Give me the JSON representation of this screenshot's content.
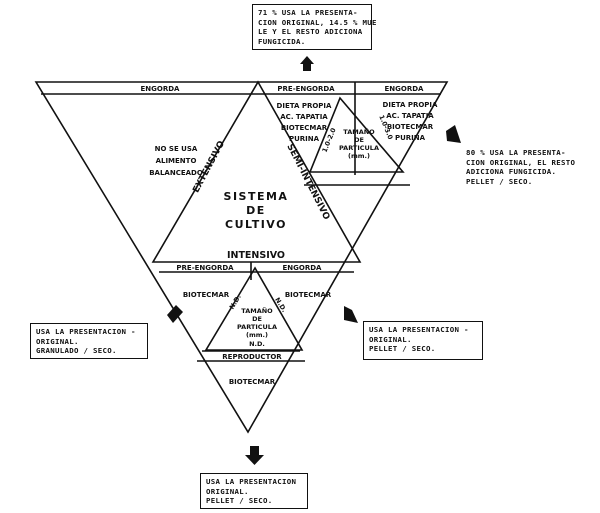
{
  "center": {
    "line1": "SISTEMA",
    "line2": "DE",
    "line3": "CULTIVO"
  },
  "extensivo": {
    "label": "EXTENSIVO",
    "header": "ENGORDA",
    "note": [
      "NO SE USA",
      "ALIMENTO",
      "BALANCEADO"
    ]
  },
  "semi_intensivo": {
    "label": "SEMI-INTENSIVO",
    "pre_engorda": {
      "header": "PRE-ENGORDA",
      "items": [
        "DIETA PROPIA",
        "AC. TAPATIA",
        "BIOTECMAR",
        "PURINA"
      ]
    },
    "engorda": {
      "header": "ENGORDA",
      "items": [
        "DIETA PROPIA",
        "AC. TAPATIA",
        "BIOTECMAR",
        "PURINA"
      ]
    },
    "particle": {
      "title": [
        "TAMAÑO",
        "DE",
        "PARTICULA",
        "(mm.)"
      ],
      "left": "1.0-2.0",
      "right": "1.0-3.0"
    }
  },
  "intensivo": {
    "label": "INTENSIVO",
    "pre_engorda": {
      "header": "PRE-ENGORDA",
      "item": "BIOTECMAR"
    },
    "engorda": {
      "header": "ENGORDA",
      "item": "BIOTECMAR"
    },
    "particle": {
      "title": [
        "TAMAÑO",
        "DE",
        "PARTICULA",
        "(mm.)"
      ],
      "left": "N.D.",
      "right": "N.D.",
      "bottom": "N.D."
    },
    "reproductor": {
      "header": "REPRODUCTOR",
      "item": "BIOTECMAR"
    }
  },
  "notes": {
    "top": [
      "71 % USA LA PRESENTA-",
      "CION ORIGINAL, 14.5 % MUE",
      "LE Y EL RESTO ADICIONA",
      "FUNGICIDA."
    ],
    "right": [
      "80 % USA LA PRESENTA-",
      "CION ORIGINAL, EL RESTO",
      "ADICIONA FUNGICIDA.",
      "PELLET / SECO."
    ],
    "left": [
      "USA LA PRESENTACION -",
      "ORIGINAL.",
      "GRANULADO / SECO."
    ],
    "lower_right": [
      "USA LA PRESENTACION -",
      "ORIGINAL.",
      "PELLET / SECO."
    ],
    "bottom": [
      "USA LA PRESENTACION",
      "ORIGINAL.",
      "PELLET / SECO."
    ]
  }
}
